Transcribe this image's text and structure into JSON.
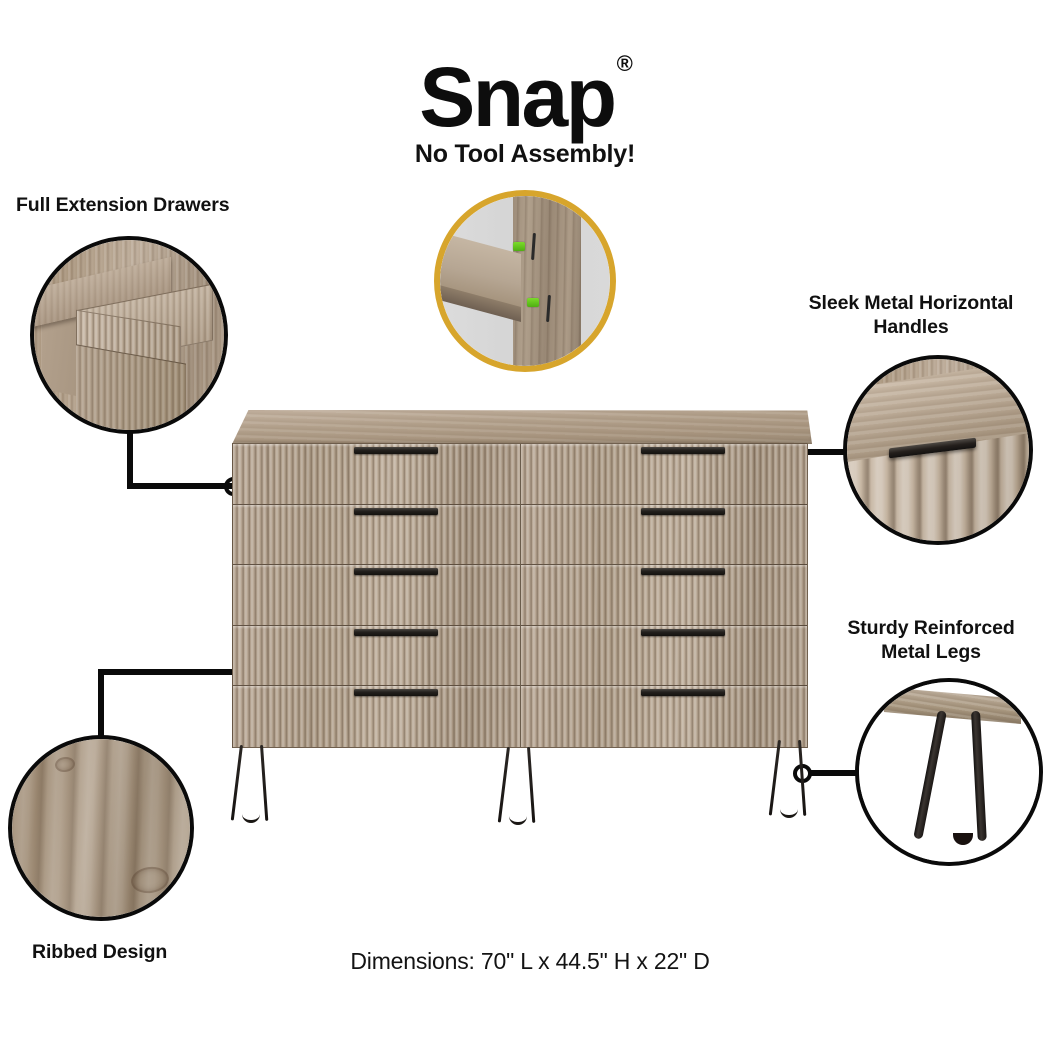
{
  "brand": {
    "wordmark": "Snap",
    "registered_mark": "®",
    "tagline": "No Tool Assembly!"
  },
  "callouts": [
    {
      "id": "full-extension-drawers",
      "label": "Full Extension Drawers",
      "ring_color": "#0a0a0a",
      "detail": "open-drawer-photo"
    },
    {
      "id": "no-tool-assembly",
      "label": "No Tool Assembly!",
      "ring_color": "#d7a52c",
      "detail": "snap-connector-photo"
    },
    {
      "id": "sleek-metal-horizontal-handles",
      "label": "Sleek Metal Horizontal\nHandles",
      "ring_color": "#0a0a0a",
      "detail": "handle-closeup-photo"
    },
    {
      "id": "sturdy-reinforced-metal-legs",
      "label": "Sturdy Reinforced\nMetal Legs",
      "ring_color": "#0a0a0a",
      "detail": "hairpin-leg-photo"
    },
    {
      "id": "ribbed-design",
      "label": "Ribbed Design",
      "ring_color": "#0a0a0a",
      "detail": "wood-grain-closeup-photo"
    }
  ],
  "product": {
    "type": "10-drawer double dresser",
    "dimensions_text": "Dimensions: 70\" L x 44.5\" H x 22\" D",
    "dimensions": {
      "length_in": 70,
      "height_in": 44.5,
      "depth_in": 22,
      "unit": "inches"
    },
    "drawer_columns": 2,
    "drawer_rows": 5,
    "drawer_count": 10,
    "leg_count": 3,
    "finish_color": "#a8957f",
    "handle_color": "#1d1a17",
    "leg_color": "#1a1614"
  },
  "background_color": "#ffffff"
}
